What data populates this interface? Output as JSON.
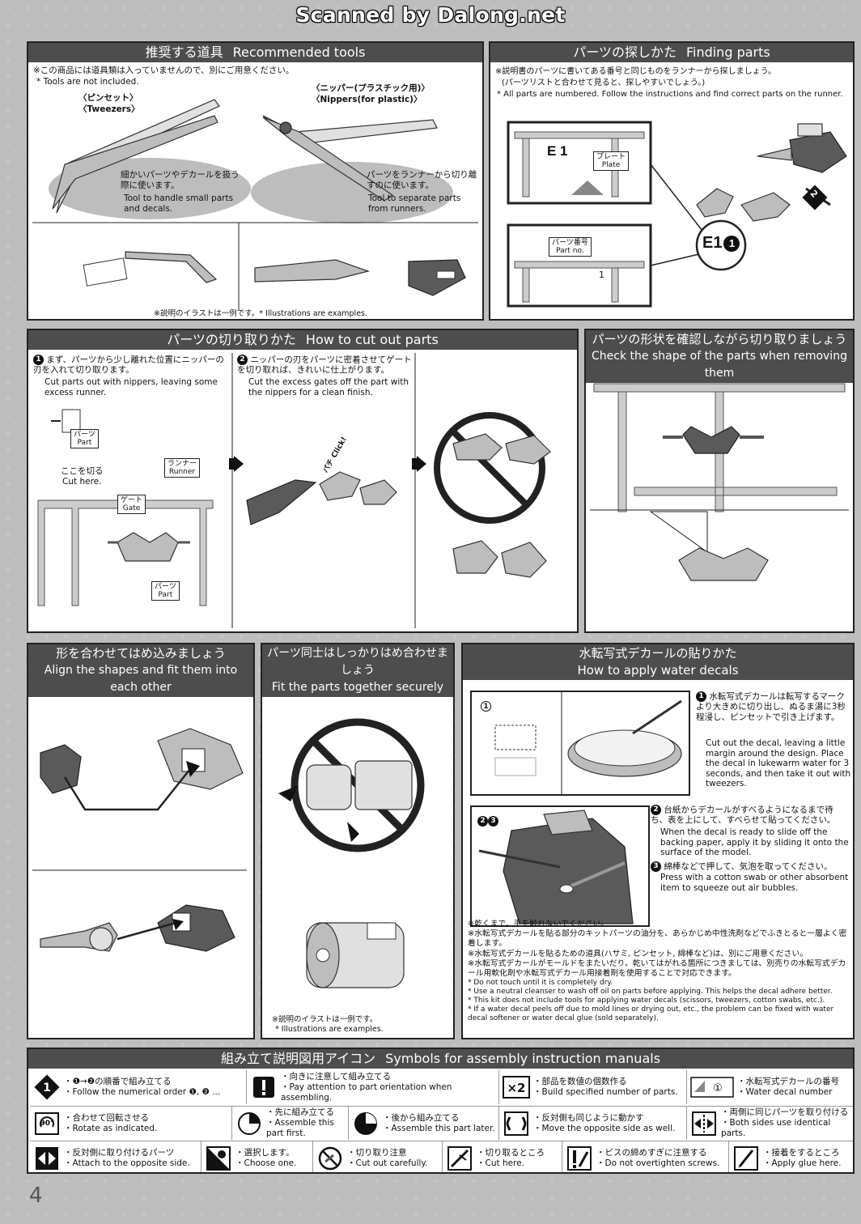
{
  "watermark": "Scanned by Dalong.net",
  "page_number": "4",
  "tools": {
    "title_jp": "推奨する道具",
    "title_en": "Recommended tools",
    "note_jp": "※この商品には道具類は入っていませんので、別にご用意ください。",
    "note_en": "* Tools are not included.",
    "tweezers_jp": "〈ピンセット〉",
    "tweezers_en": "〈Tweezers〉",
    "nippers_jp": "〈ニッパー(プラスチック用)〉",
    "nippers_en": "〈Nippers(for plastic)〉",
    "tweezers_desc_jp": "細かいパーツやデカールを扱う際に使います。",
    "tweezers_desc_en": "Tool to handle small parts and decals.",
    "nippers_desc_jp": "パーツをランナーから切り離すのに使います。",
    "nippers_desc_en": "Tool to separate parts from runners.",
    "illus_note": "※説明のイラストは一例です。* Illustrations are examples."
  },
  "finding": {
    "title_jp": "パーツの探しかた",
    "title_en": "Finding parts",
    "note1_jp": "※説明書のパーツに書いてある番号と同じものをランナーから探しましょう。",
    "note2_jp": "(パーツリストと合わせて見ると、探しやすいでしょう。)",
    "note_en": "* All parts are numbered. Follow the instructions and find correct parts on the runner.",
    "runner_label": "E 1",
    "plate_jp": "プレート",
    "plate_en": "Plate",
    "partno_jp": "パーツ番号",
    "partno_en": "Part no.",
    "partno_value": "1",
    "callout_letter": "E1",
    "callout_num": "1",
    "step_num": "2"
  },
  "cutout": {
    "title_jp": "パーツの切り取りかた",
    "title_en": "How to cut out parts",
    "step1_num": "1",
    "step1_jp": "まず、パーツから少し離れた位置にニッパーの刃を入れて切り取ります。",
    "step1_en": "Cut parts out with nippers, leaving some excess runner.",
    "step2_num": "2",
    "step2_jp": "ニッパーの刃をパーツに密着させてゲートを切り取れば、きれいに仕上がります。",
    "step2_en": "Cut the excess gates off the part with the nippers for a clean finish.",
    "part_jp": "パーツ",
    "part_en": "Part",
    "cut_here_jp": "ここを切る",
    "cut_here_en": "Cut here.",
    "runner_jp": "ランナー",
    "runner_en": "Runner",
    "gate_jp": "ゲート",
    "gate_en": "Gate",
    "click_jp": "パチ",
    "click_en": "Click!"
  },
  "check_shape": {
    "title_jp": "パーツの形状を確認しながら切り取りましょう",
    "title_en": "Check the shape of the parts when removing them"
  },
  "align": {
    "title_jp": "形を合わせてはめ込みましょう",
    "title_en": "Align the shapes and fit them into each other"
  },
  "fit": {
    "title_jp": "パーツ同士はしっかりはめ合わせましょう",
    "title_en": "Fit the parts together securely",
    "illus_note_jp": "※説明のイラストは一例です。",
    "illus_note_en": "* Illustrations are examples."
  },
  "decal": {
    "title_jp": "水転写式デカールの貼りかた",
    "title_en": "How to apply water decals",
    "step1_jp": "水転写式デカールは転写するマークより大きめに切り出し、ぬるま湯に3秒程浸し、ピンセットで引き上げます。",
    "step1_en": "Cut out the decal, leaving a little margin around the design. Place the decal in lukewarm water for 3 seconds, and then take it out with tweezers.",
    "step2_jp": "台紙からデカールがすべるようになるまで待ち、表を上にして、すべらせて貼ってください。",
    "step2_en": "When the decal is ready to slide off the backing paper, apply it by sliding it onto the surface of the model.",
    "step3_jp": "綿棒などで押して、気泡を取ってください。",
    "step3_en": "Press with a cotton swab or other absorbent item to squeeze out air bubbles.",
    "notes_jp": [
      "※乾くまで、手を触れないでください。",
      "※水転写式デカールを貼る部分のキットパーツの油分を、あらかじめ中性洗剤などでふきとると一層よく密着します。",
      "※水転写式デカールを貼るための道具(ハサミ, ピンセット, 綿棒など)は、別にご用意ください。",
      "※水転写式デカールがモールドをまたいだり、乾いてはがれる箇所につきましては、別売りの水転写式デカール用軟化剤や水転写式デカール用接着剤を使用することで対応できます。"
    ],
    "notes_en": [
      "* Do not touch until it is completely dry.",
      "* Use a neutral cleanser to wash off oil on parts before applying. This helps the decal adhere better.",
      "* This kit does not include tools for applying water decals (scissors, tweezers, cotton swabs, etc.).",
      "* If a water decal peels off due to mold lines or drying out, etc., the problem can be fixed with water decal softener or water decal glue (sold separately)."
    ]
  },
  "symbols": {
    "title_jp": "組み立て説明図用アイコン",
    "title_en": "Symbols for assembly instruction manuals",
    "items": [
      {
        "jp": "・❶→❷の順番で組み立てる",
        "en": "・Follow the numerical order ❶, ❷ ..."
      },
      {
        "jp": "・向きに注意して組み立てる",
        "en": "・Pay attention to part orientation when assembling."
      },
      {
        "jp": "・部品を数値の個数作る",
        "en": "・Build specified number of parts."
      },
      {
        "jp": "・水転写式デカールの番号",
        "en": "・Water decal number"
      },
      {
        "jp": "・合わせて回転させる",
        "en": "・Rotate as indicated."
      },
      {
        "jp": "・先に組み立てる",
        "en": "・Assemble this part first."
      },
      {
        "jp": "・後から組み立てる",
        "en": "・Assemble this part later."
      },
      {
        "jp": "・反対側も同じように動かす",
        "en": "・Move the opposite side as well."
      },
      {
        "jp": "・両側に同じパーツを取り付ける",
        "en": "・Both sides use identical parts."
      },
      {
        "jp": "・反対側に取り付けるパーツ",
        "en": "・Attach to the opposite side."
      },
      {
        "jp": "・選択します。",
        "en": "・Choose one."
      },
      {
        "jp": "・切り取り注意",
        "en": "・Cut out carefully."
      },
      {
        "jp": "・切り取るところ",
        "en": "・Cut here."
      },
      {
        "jp": "・ビスの締めすぎに注意する",
        "en": "・Do not overtighten screws."
      },
      {
        "jp": "・接着をするところ",
        "en": "・Apply glue here."
      }
    ],
    "icon_labels": {
      "order_num": "1",
      "multiply": "×2",
      "decal_num": "①",
      "rotate": "90°"
    }
  }
}
